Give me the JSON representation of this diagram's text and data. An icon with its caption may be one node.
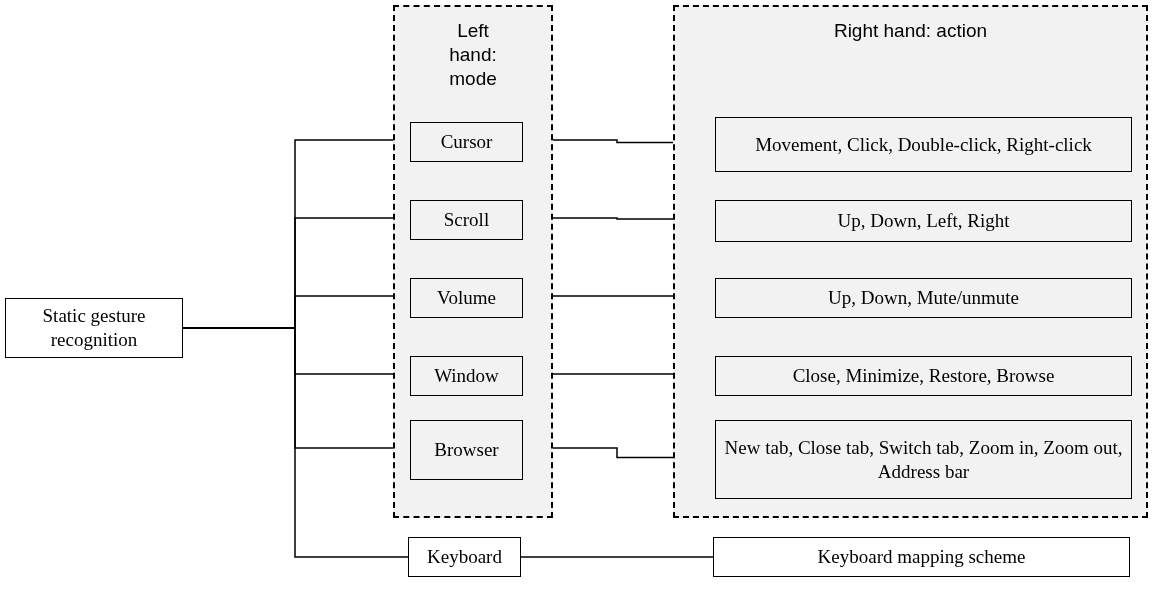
{
  "diagram": {
    "nodes": [
      {
        "text": [
          "Static gesture recognition"
        ]
      },
      {
        "text": [
          "Left hand: mode"
        ]
      },
      {
        "text": [
          "Right hand: action"
        ]
      },
      {
        "text": [
          "Cursor"
        ],
        "in": 1
      },
      {
        "text": [
          "Scroll"
        ],
        "in": 1
      },
      {
        "text": [
          "Volume"
        ],
        "in": 1
      },
      {
        "text": [
          "Window"
        ],
        "in": 1
      },
      {
        "text": [
          "Browser"
        ],
        "in": 1
      },
      {
        "text": [
          "Movement, Click, Double-click, Right-click"
        ],
        "in": 2
      },
      {
        "text": [
          "Up, Down, Left, Right"
        ],
        "in": 2
      },
      {
        "text": [
          "Up, Down, Mute/unmute"
        ],
        "in": 2
      },
      {
        "text": [
          "Close, Minimize, Restore, Browse"
        ],
        "in": 2
      },
      {
        "text": [
          "New tab, Close tab, Switch tab, Zoom in, Zoom out, Address bar"
        ],
        "in": 2
      },
      {
        "text": [
          "Keyboard"
        ]
      },
      {
        "text": [
          "Keyboard mapping scheme"
        ]
      }
    ],
    "edges": [
      {
        "from": 0,
        "to": 3,
        "arrow": "none"
      },
      {
        "from": 0,
        "to": 4,
        "arrow": "none"
      },
      {
        "from": 0,
        "to": 5,
        "arrow": "none"
      },
      {
        "from": 0,
        "to": 6,
        "arrow": "none"
      },
      {
        "from": 0,
        "to": 7,
        "arrow": "none"
      },
      {
        "from": 0,
        "to": 13,
        "arrow": "none"
      },
      {
        "from": 3,
        "to": 8,
        "arrow": "none"
      },
      {
        "from": 4,
        "to": 9,
        "arrow": "none"
      },
      {
        "from": 5,
        "to": 10,
        "arrow": "none"
      },
      {
        "from": 6,
        "to": 11,
        "arrow": "none"
      },
      {
        "from": 7,
        "to": 12,
        "arrow": "none"
      },
      {
        "from": 13,
        "to": 14,
        "arrow": "none"
      }
    ]
  }
}
